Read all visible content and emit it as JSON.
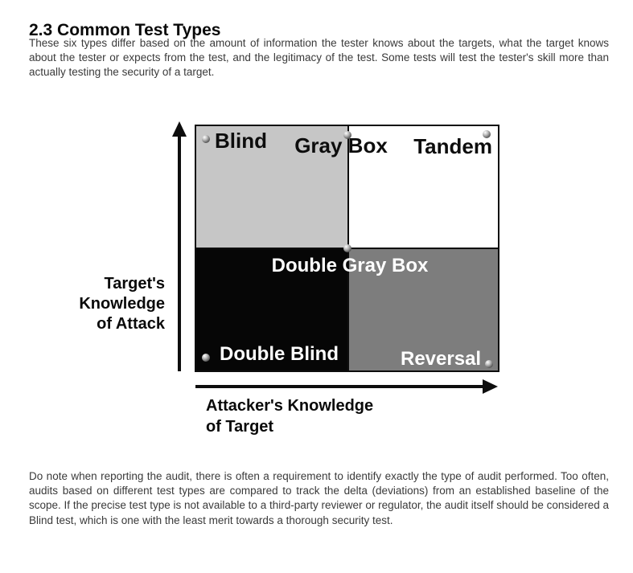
{
  "document": {
    "heading": "2.3 Common Test Types",
    "intro": "These six types differ based on the amount of information the tester knows about the targets, what the target knows about the tester or expects from the test, and the legitimacy of the test. Some tests will test the tester's skill more than actually testing the security of a target.",
    "closing": "Do note when reporting the audit, there is often a requirement to identify exactly the type of audit performed. Too often, audits based on different test types are compared to track the delta (deviations) from an established baseline of the scope. If the precise test type is not available to a third-party reviewer or regulator, the audit itself should be considered a Blind test, which is one with the least merit towards a thorough security test."
  },
  "diagram": {
    "type": "quadrant-matrix",
    "x_axis": {
      "label": "Attacker's Knowledge of Target",
      "lines": [
        "Attacker's Knowledge",
        "of Target"
      ]
    },
    "y_axis": {
      "label": "Target's Knowledge of Attack",
      "lines": [
        "Target's",
        "Knowledge",
        "of Attack"
      ]
    },
    "quadrants": {
      "top_left": {
        "label": "Blind",
        "bg": "#c6c6c6",
        "text_color": "#0d0d0d"
      },
      "top_right": {
        "label": "Tandem",
        "bg": "#ffffff",
        "text_color": "#0d0d0d"
      },
      "bottom_left": {
        "label": "Double Blind",
        "bg": "#060606",
        "text_color": "#ffffff"
      },
      "bottom_right": {
        "label": "Reversal",
        "bg": "#7d7d7d",
        "text_color": "#ffffff"
      }
    },
    "boundary_labels": {
      "top_center": "Gray Box",
      "center": "Double Gray Box"
    },
    "marker_style": "gray-sphere-dot",
    "line_color": "#0d0d0d"
  }
}
